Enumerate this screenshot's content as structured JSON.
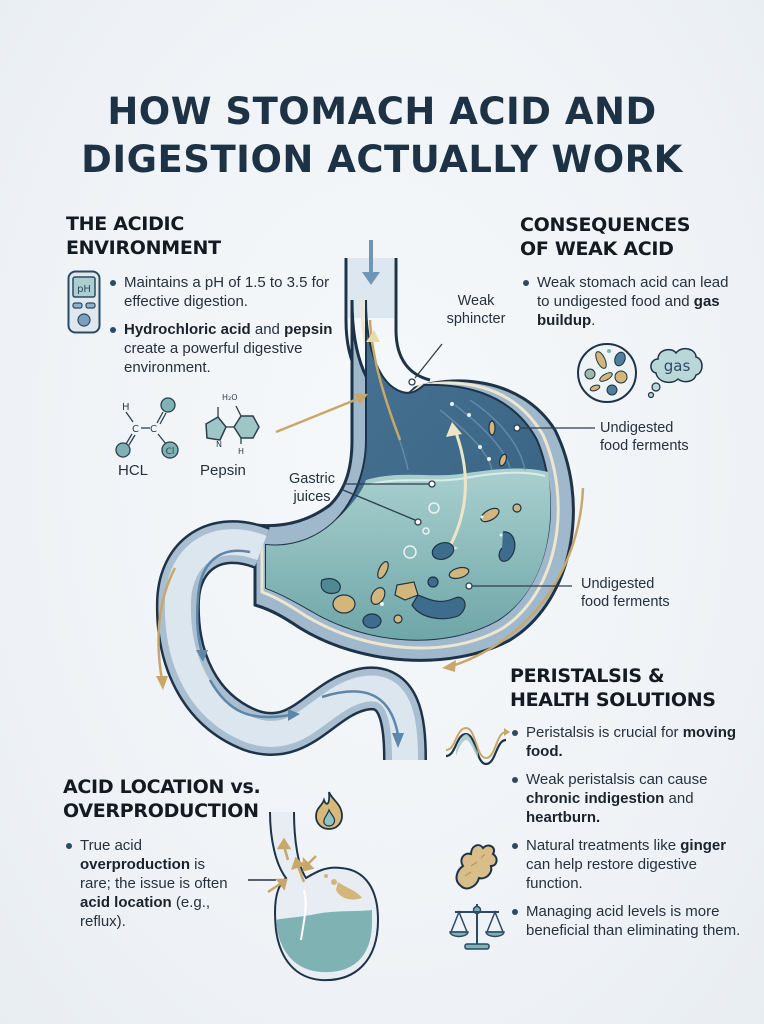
{
  "title": {
    "line1": "HOW STOMACH ACID AND",
    "line2": "DIGESTION ACTUALLY WORK"
  },
  "colors": {
    "heading": "#1d3345",
    "stomach_dark": "#3f6a8c",
    "gastric_juice": "#7fb3b3",
    "accent_gold": "#c8a86a",
    "outline": "#1e3347",
    "tube": "#c9d8e4"
  },
  "acidic_environment": {
    "heading_line1": "THE ACIDIC",
    "heading_line2": "ENVIRONMENT",
    "icon": "ph-meter-icon",
    "ph_icon_text": "pH",
    "bullets": [
      {
        "pre": "Maintains a pH of 1.5 to 3.5 for effective digestion.",
        "bold": "",
        "post": ""
      },
      {
        "bold1": "Hydrochloric acid",
        "mid": " and ",
        "bold2": "pepsin",
        "post": " create a powerful digestive environment."
      }
    ],
    "molecules": [
      {
        "name": "HCL",
        "atom_labels": [
          "H",
          "C",
          "C",
          "Cl"
        ]
      },
      {
        "name": "Pepsin",
        "atom_labels": [
          "H₂O",
          "N",
          "H"
        ]
      }
    ]
  },
  "consequences": {
    "heading_line1": "CONSEQUENCES",
    "heading_line2": "OF WEAK ACID",
    "bullet": {
      "pre": "Weak stomach acid can lead to undigested food and ",
      "bold": "gas buildup",
      "post": "."
    },
    "icons": [
      "bacteria-petri-icon",
      "gas-cloud-icon"
    ],
    "gas_label": "gas"
  },
  "diagram_labels": {
    "weak_sphincter_1": "Weak",
    "weak_sphincter_2": "sphincter",
    "gastric_juices_1": "Gastric",
    "gastric_juices_2": "juices",
    "undigested_top_1": "Undigested",
    "undigested_top_2": "food ferments",
    "undigested_bottom_1": "Undigested",
    "undigested_bottom_2": "food ferments"
  },
  "peristalsis": {
    "heading_line1": "PERISTALSIS &",
    "heading_line2": "HEALTH SOLUTIONS",
    "bullets": [
      {
        "pre": "Peristalsis is crucial for ",
        "bold": "moving food.",
        "post": ""
      },
      {
        "pre": "Weak peristalsis can cause ",
        "bold": "chronic indigestion",
        "mid": " and ",
        "bold2": "heartburn.",
        "post": ""
      },
      {
        "pre": "Natural treatments like ",
        "bold": "ginger",
        "post": " can help restore digestive function."
      },
      {
        "pre": "Managing acid levels is more beneficial than eliminating them.",
        "bold": "",
        "post": ""
      }
    ],
    "icons": [
      "wave-icon",
      "ginger-icon",
      "balance-scale-icon"
    ]
  },
  "acid_location": {
    "heading_line1": "ACID LOCATION vs.",
    "heading_line2": "OVERPRODUCTION",
    "bullet": {
      "pre": "True acid ",
      "bold1": "overproduction",
      "mid": " is rare; the issue is often ",
      "bold2": "acid location",
      "post": " (e.g., reflux)."
    },
    "icons": [
      "reflux-stomach-icon",
      "flame-icon"
    ]
  }
}
